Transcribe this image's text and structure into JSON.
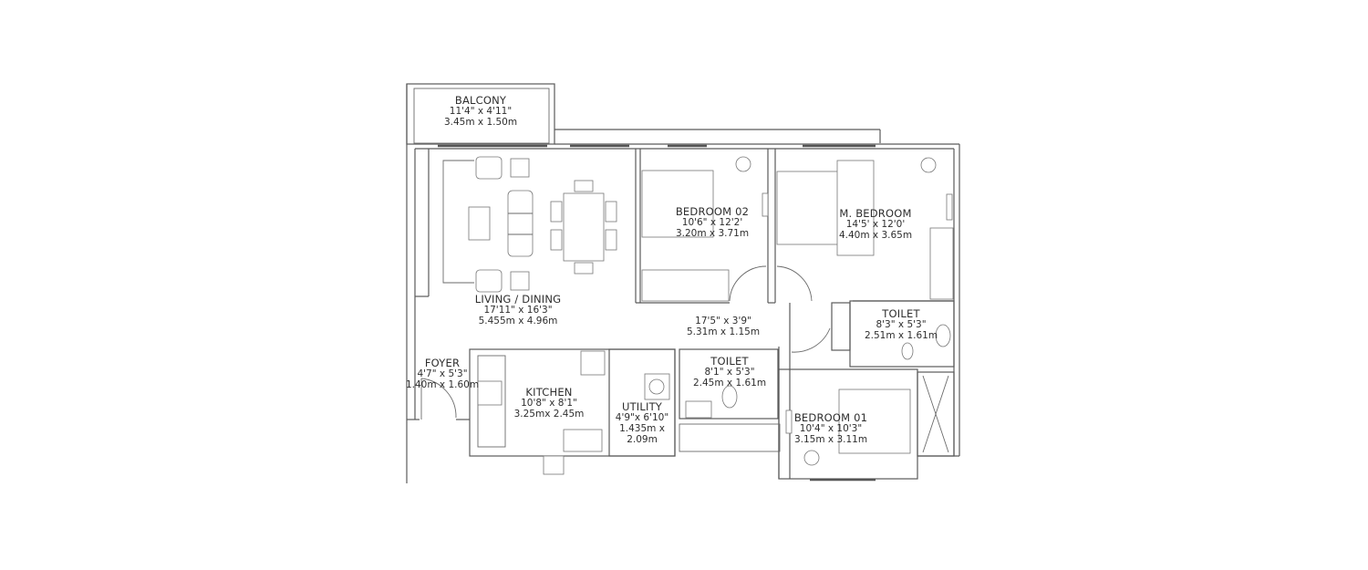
{
  "floor_plan": {
    "rooms": [
      {
        "id": "balcony",
        "name": "BALCONY",
        "imperial": "11'4\" x 4'11\"",
        "metric": "3.45m x 1.50m"
      },
      {
        "id": "living_dining",
        "name": "LIVING / DINING",
        "imperial": "17'11\" x 16'3\"",
        "metric": "5.455m x 4.96m"
      },
      {
        "id": "bedroom_02",
        "name": "BEDROOM 02",
        "imperial": "10'6\" x 12'2'",
        "metric": "3.20m x 3.71m"
      },
      {
        "id": "m_bedroom",
        "name": "M. BEDROOM",
        "imperial": "14'5' x 12'0'",
        "metric": "4.40m x 3.65m"
      },
      {
        "id": "passage",
        "name": "",
        "imperial": "17'5\" x 3'9\"",
        "metric": "5.31m x 1.15m"
      },
      {
        "id": "toilet_master",
        "name": "TOILET",
        "imperial": "8'3\" x 5'3\"",
        "metric": "2.51m x 1.61m"
      },
      {
        "id": "foyer",
        "name": "FOYER",
        "imperial": "4'7\" x 5'3\"",
        "metric": "1.40m x 1.60m"
      },
      {
        "id": "kitchen",
        "name": "KITCHEN",
        "imperial": "10'8\" x 8'1\"",
        "metric": "3.25mx 2.45m"
      },
      {
        "id": "utility",
        "name": "UTILITY",
        "imperial": "4'9\"x 6'10\"",
        "metric": "1.435m x",
        "metric2": "2.09m"
      },
      {
        "id": "toilet_common",
        "name": "TOILET",
        "imperial": "8'1\" x 5'3\"",
        "metric": "2.45m x 1.61m"
      },
      {
        "id": "bedroom_01",
        "name": "BEDROOM 01",
        "imperial": "10'4\" x 10'3\"",
        "metric": "3.15m x 3.11m"
      }
    ],
    "colors": {
      "line": "#5a5a5a",
      "text": "#2e2e2e",
      "background": "#ffffff"
    }
  }
}
